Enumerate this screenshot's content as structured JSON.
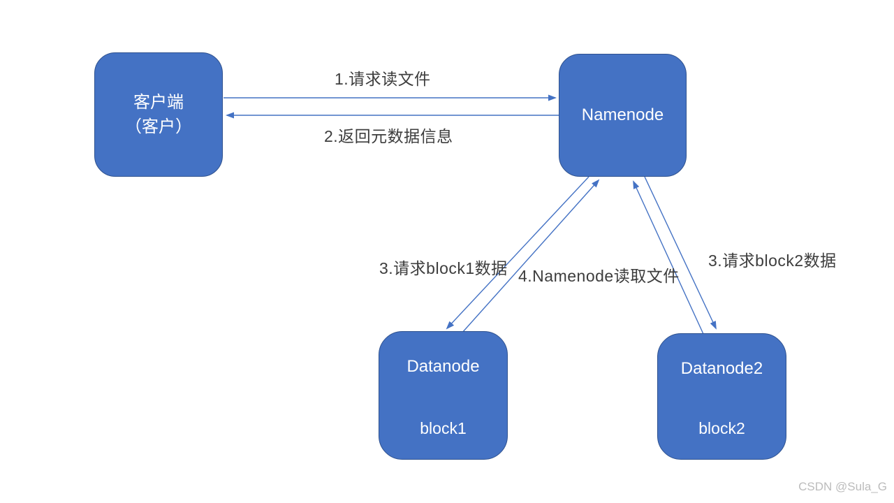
{
  "diagram": {
    "title_hint": "HDFS read-file flow diagram",
    "colors": {
      "node_fill": "#4472C4",
      "node_border": "#2F528F",
      "arrow": "#4472C4",
      "label_text": "#3d3d3d",
      "node_text": "#ffffff",
      "watermark_text": "#bcbcbc"
    },
    "nodes": {
      "client": {
        "line1": "客户端",
        "line2": "（客户）"
      },
      "namenode": {
        "label": "Namenode"
      },
      "datanode1": {
        "label": "Datanode",
        "block": "block1"
      },
      "datanode2": {
        "label": "Datanode2",
        "block": "block2"
      }
    },
    "edges": {
      "step1": "1.请求读文件",
      "step2": "2.返回元数据信息",
      "step3a": "3.请求block1数据",
      "step4": "4.Namenode读取文件",
      "step3b": "3.请求block2数据"
    },
    "watermark": "CSDN @Sula_G"
  }
}
